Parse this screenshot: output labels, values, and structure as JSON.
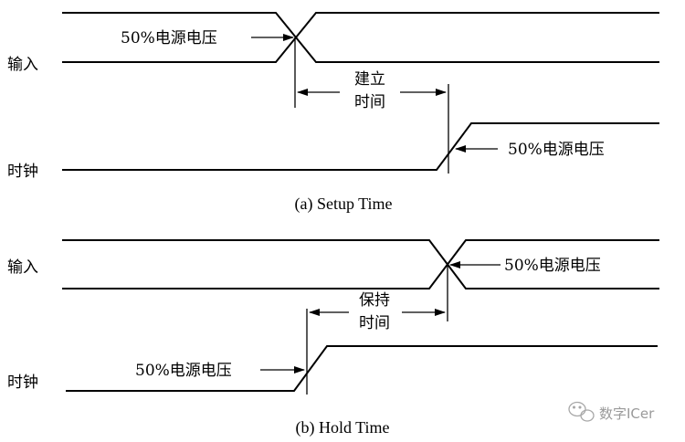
{
  "setup": {
    "input_label": "输入",
    "clock_label": "时钟",
    "input_threshold": "50%电源电压",
    "clock_threshold": "50%电源电压",
    "interval_line1": "建立",
    "interval_line2": "时间",
    "caption": "(a) Setup Time"
  },
  "hold": {
    "input_label": "输入",
    "clock_label": "时钟",
    "input_threshold": "50%电源电压",
    "clock_threshold": "50%电源电压",
    "interval_line1": "保持",
    "interval_line2": "时间",
    "caption": "(b) Hold Time"
  },
  "watermark": "数字ICer"
}
